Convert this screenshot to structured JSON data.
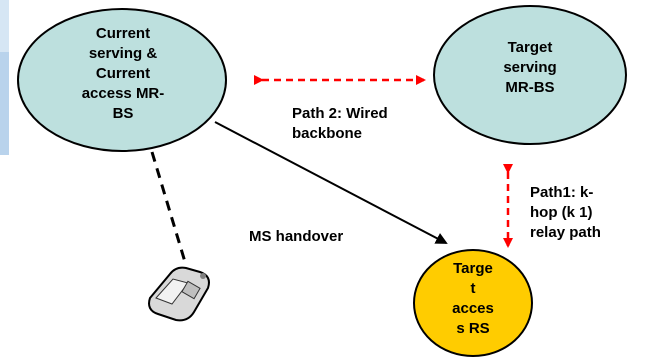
{
  "colors": {
    "bs_fill": "#bde0de",
    "rs_fill": "#ffcc00",
    "node_stroke": "#000000",
    "wireless_link": "#ff0000",
    "left_bar": "#b9d3ec",
    "left_bar_light": "#d6e6f4"
  },
  "nodes": {
    "current_bs": {
      "label": "Current\nserving &\nCurrent\naccess MR-\nBS"
    },
    "target_bs": {
      "label": "Target\nserving\nMR-BS"
    },
    "target_rs": {
      "label": "Targe\nt\nacces\ns RS"
    }
  },
  "links": {
    "path2": {
      "label": "Path 2: Wired\nbackbone",
      "style": "red-dashed-bidirectional"
    },
    "path1": {
      "label": "Path1: k-\nhop (k  1)\nrelay path",
      "style": "red-dashed-bidirectional"
    },
    "handover": {
      "label": "MS handover",
      "style": "black-solid-arrow"
    },
    "ms_link": {
      "style": "black-dashed"
    }
  },
  "icons": {
    "mobile_station": "mobile-phone-icon"
  }
}
